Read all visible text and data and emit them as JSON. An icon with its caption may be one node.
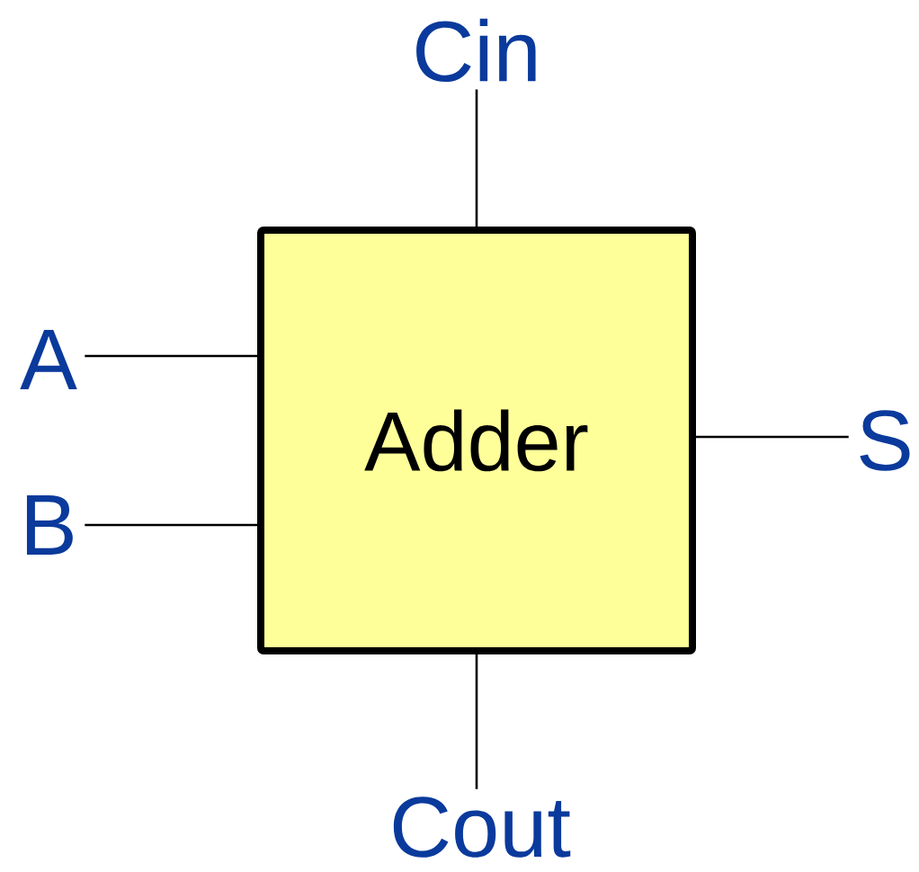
{
  "diagram": {
    "nodes": [
      {
        "text": [
          "Adder"
        ]
      },
      {
        "text": [
          "Cin"
        ]
      },
      {
        "text": [
          "A"
        ]
      },
      {
        "text": [
          "B"
        ]
      },
      {
        "text": [
          "S"
        ]
      },
      {
        "text": [
          "Cout"
        ]
      }
    ],
    "edges": [
      {
        "from": 1,
        "to": 0,
        "arrow": "none"
      },
      {
        "from": 2,
        "to": 0,
        "arrow": "none"
      },
      {
        "from": 3,
        "to": 0,
        "arrow": "none"
      },
      {
        "from": 0,
        "to": 4,
        "arrow": "none"
      },
      {
        "from": 0,
        "to": 5,
        "arrow": "none"
      }
    ]
  }
}
